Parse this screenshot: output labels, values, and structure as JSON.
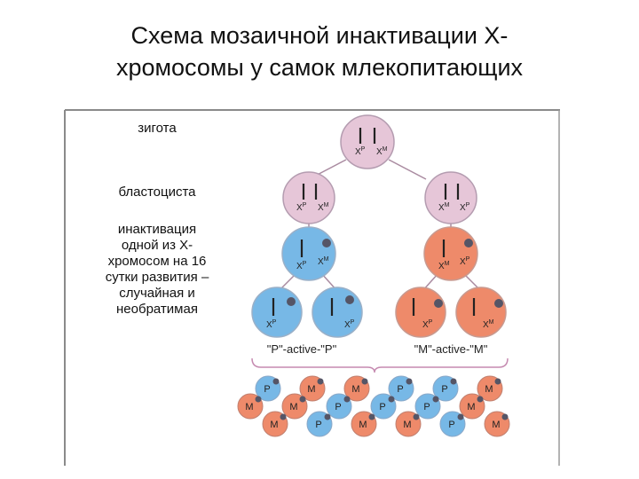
{
  "title": {
    "line1": "Схема мозаичной инактивации Х-",
    "line2": "хромосомы у самок млекопитающих"
  },
  "labels": {
    "zygote": "зигота",
    "blastocyst": "бластоциста",
    "inactivation": [
      "инактивация",
      "одной из Х-",
      "хромосом на 16",
      "сутки развития –",
      "случайная и",
      "необратимая"
    ]
  },
  "chromosome_labels": {
    "paternal": "X",
    "paternal_sup": "P",
    "maternal": "X",
    "maternal_sup": "M"
  },
  "groups": {
    "paternal_active": "\"P\"-active-\"P\"",
    "maternal_active": "\"M\"-active-\"M\""
  },
  "mosaic_cells": {
    "row1": [
      "P",
      "M",
      "M",
      "P",
      "P",
      "M"
    ],
    "row2": [
      "M",
      "M",
      "P",
      "P",
      "P",
      "M"
    ],
    "row3": [
      "M",
      "P",
      "M",
      "M",
      "P",
      "M"
    ]
  },
  "colors": {
    "zygote_fill": "#e6c6d8",
    "blue_cell": "#77b8e6",
    "red_cell": "#ee8a6a",
    "cell_stroke": "#b0a0b0",
    "inactive_dot": "#555566",
    "bracket": "#c58ab0",
    "frame_line": "#888888"
  }
}
